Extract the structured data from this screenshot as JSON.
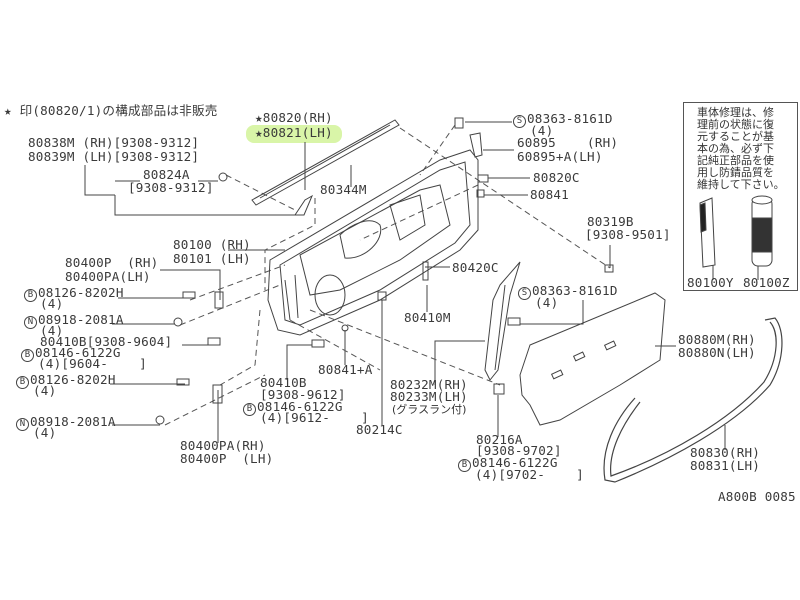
{
  "note": "★ 印(80820/1)の構成部品は非販売",
  "labels": {
    "p80820": "★80820(RH)",
    "p80821": "★80821(LH)",
    "p80838m": "80838M (RH)[9308-9312]",
    "p80839m": "80839M (LH)[9308-9312]",
    "p80824a": "80824A",
    "p80824a_date": "[9308-9312]",
    "p80344m": "80344M",
    "p80100": "80100 (RH)",
    "p80101": "80101 (LH)",
    "p80400p": "80400P  (RH)",
    "p80400pa": "80400PA(LH)",
    "s08363_top": "08363-8161D",
    "s08363_top_qty": "(4)",
    "p60895": "60895    (RH)",
    "p60895a": "60895+A(LH)",
    "p80820c": "80820C",
    "p80841": "80841",
    "p80319b": "80319B",
    "p80319b_date": "[9308-9501]",
    "p80420c": "80420C",
    "s08363_mid": "08363-8161D",
    "s08363_mid_qty": "(4)",
    "p80410m": "80410M",
    "p80880m": "80880M(RH)",
    "p80880n": "80880N(LH)",
    "p80232m": "80232M(RH)",
    "p80233m": "80233M(LH)",
    "p80232_note": "(グラスラン付)",
    "p80214c": "80214C",
    "p80216a": "80216A",
    "p80216a_date": "[9308-9702]",
    "b08146_r": "08146-6122G",
    "b08146_r_qty": "(4)[9702-    ]",
    "p80830": "80830(RH)",
    "p80831": "80831(LH)",
    "diagram_code": "A800B 0085",
    "b08126_1": "08126-8202H",
    "b08126_1_qty": "(4)",
    "n08918_1": "08918-2081A",
    "n08918_1_qty": "(4)",
    "p80410b_l": "80410B[9308-9604]",
    "b08146_l": "08146-6122G",
    "b08146_l_qty": "(4)[9604-    ]",
    "b08126_2": "08126-8202H",
    "b08126_2_qty": "(4)",
    "n08918_2": "08918-2081A",
    "n08918_2_qty": "(4)",
    "p80400pa_rh": "80400PA(RH)",
    "p80400p_lh": "80400P  (LH)",
    "p80410b_c": "80410B",
    "p80410b_c_date": "[9308-9612]",
    "b08146_c": "08146-6122G",
    "b08146_c_qty": "(4)[9612-    ]",
    "p80841a": "80841+A"
  },
  "markers": {
    "s": "S",
    "b": "B",
    "n": "N"
  },
  "repair_box": {
    "lines": [
      "車体修理は、修",
      "理前の状態に復",
      "元することが基",
      "本の為、必ず下",
      "記純正部品を使",
      "用し防錆品質を",
      "維持して下さい。"
    ],
    "p80100y": "80100Y",
    "p80100z": "80100Z"
  },
  "colors": {
    "highlight": "#d9f5a8",
    "ink": "#3a3a3a"
  }
}
